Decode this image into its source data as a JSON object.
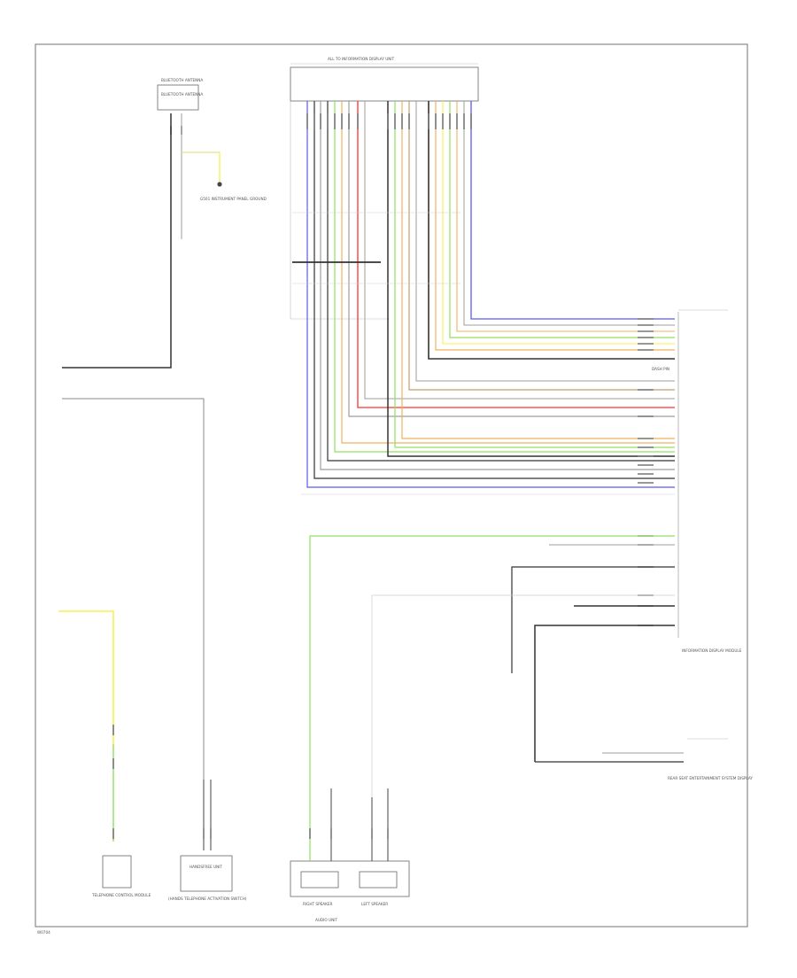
{
  "page_code": "W0704",
  "colors": {
    "black": "#333333",
    "gray": "#9e9e9e",
    "blue": "#5a5aee",
    "orange": "#f0b060",
    "green": "#90e060",
    "red": "#ff3030",
    "yellow": "#f8f050",
    "lightgray": "#cfcfcf",
    "brown": "#c0a070"
  },
  "labels": {
    "antenna": "BLUETOOTH ANTENNA",
    "antenna_inner": "BLUETOOTH ANTENNA",
    "ground": "G501 INSTRUMENT PANEL GROUND",
    "top_connector": "ALL TO INFORMATION DISPLAY UNIT",
    "info_module": "INFORMATION DISPLAY MODULE",
    "dash_pin": "DASH PIN",
    "left_speaker": "RIGHT SPEAKER",
    "right_speaker": "LEFT SPEAKER",
    "audio_unit": "AUDIO UNIT",
    "bottom_left": "TELEPHONE CONTROL MODULE",
    "bottom_mid": "HANDSFREE UNIT",
    "bottom_mid_sub": "(HANDS TELEPHONE ACTIVATION SWITCH)",
    "rear_unit": "REAR SEAT ENTERTAINMENT SYSTEM DISPLAY"
  }
}
